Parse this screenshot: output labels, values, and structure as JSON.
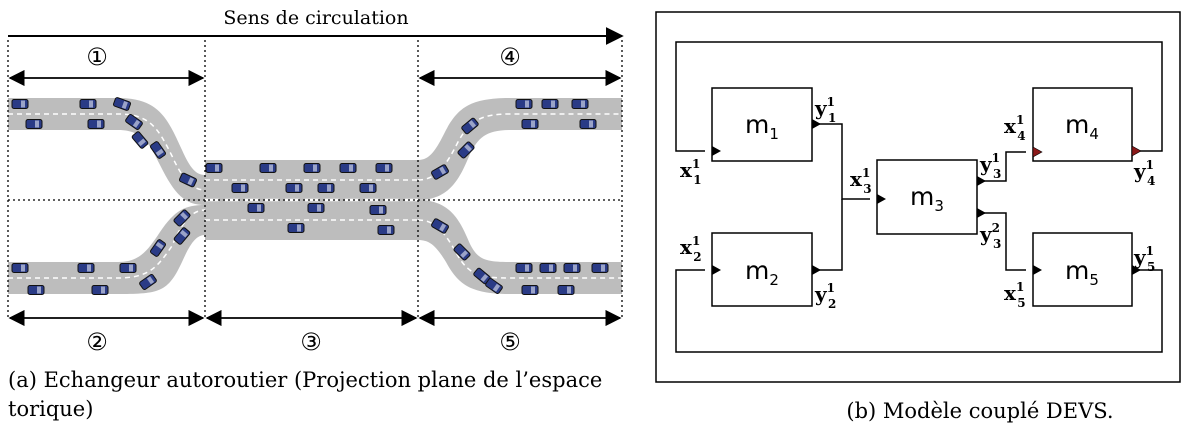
{
  "panel_a": {
    "direction_label": "Sens de circulation",
    "segments": [
      "①",
      "②",
      "③",
      "④",
      "⑤"
    ],
    "caption": "(a) Echangeur autoroutier (Projection plane de l’espace torique)"
  },
  "panel_b": {
    "models": [
      {
        "name": "m",
        "sub": "1"
      },
      {
        "name": "m",
        "sub": "2"
      },
      {
        "name": "m",
        "sub": "3"
      },
      {
        "name": "m",
        "sub": "4"
      },
      {
        "name": "m",
        "sub": "5"
      }
    ],
    "ports": [
      {
        "base": "x",
        "sup": "1",
        "sub": "1"
      },
      {
        "base": "y",
        "sup": "1",
        "sub": "1"
      },
      {
        "base": "x",
        "sup": "1",
        "sub": "2"
      },
      {
        "base": "y",
        "sup": "1",
        "sub": "2"
      },
      {
        "base": "x",
        "sup": "1",
        "sub": "3"
      },
      {
        "base": "y",
        "sup": "1",
        "sub": "3"
      },
      {
        "base": "y",
        "sup": "2",
        "sub": "3"
      },
      {
        "base": "x",
        "sup": "1",
        "sub": "4"
      },
      {
        "base": "y",
        "sup": "1",
        "sub": "4"
      },
      {
        "base": "x",
        "sup": "1",
        "sub": "5"
      },
      {
        "base": "y",
        "sup": "1",
        "sub": "5"
      }
    ],
    "caption": "(b) Modèle couplé DEVS."
  },
  "colors": {
    "road": "#bdbdbd",
    "lane_marking": "#ffffff",
    "car_body": "#2a3b86",
    "car_outline": "#111111",
    "line": "#000000",
    "port_arrow_m4": "#8b1a1a"
  }
}
